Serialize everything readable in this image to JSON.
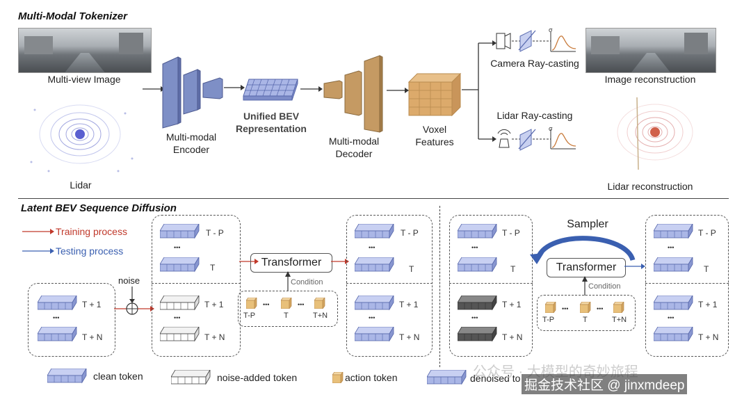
{
  "sections": {
    "top_title": "Multi-Modal Tokenizer",
    "bottom_title": "Latent BEV Sequence Diffusion"
  },
  "tokenizer": {
    "multi_view_image": "Multi-view Image",
    "lidar": "Lidar",
    "encoder": "Multi-modal Encoder",
    "bev": "Unified BEV Representation",
    "decoder": "Multi-modal Decoder",
    "voxel": "Voxel Features",
    "camera_ray": "Camera Ray-casting",
    "lidar_ray": "Lidar Ray-casting",
    "image_recon": "Image reconstruction",
    "lidar_recon": "Lidar reconstruction",
    "sigma": "σ"
  },
  "diffusion": {
    "training": "Training process",
    "testing": "Testing process",
    "noise": "noise",
    "transformer": "Transformer",
    "condition": "Condition",
    "sampler": "Sampler",
    "t_minus_p": "T - P",
    "t": "T",
    "t_plus_1": "T + 1",
    "t_plus_n": "T + N",
    "dots": "•••",
    "cond_tp": "T-P",
    "cond_t": "T",
    "cond_tn": "T+N"
  },
  "legend": {
    "clean": "clean token",
    "noise_added": "noise-added token",
    "action": "action token",
    "denoised": "denoised to"
  },
  "watermark": {
    "line1": "公众号 · 大模型的奇妙旅程",
    "line2": "掘金技术社区 @ jinxmdeep"
  },
  "colors": {
    "clean_token": "#aab6e6",
    "noise_token": "#ffffff",
    "dark_token": "#555555",
    "action_token": "#e8c07a",
    "encoder": "#7e8fc6",
    "decoder": "#c59a63",
    "voxel": "#dcaa6b",
    "training": "#c0392b",
    "testing": "#3a5fb0"
  }
}
